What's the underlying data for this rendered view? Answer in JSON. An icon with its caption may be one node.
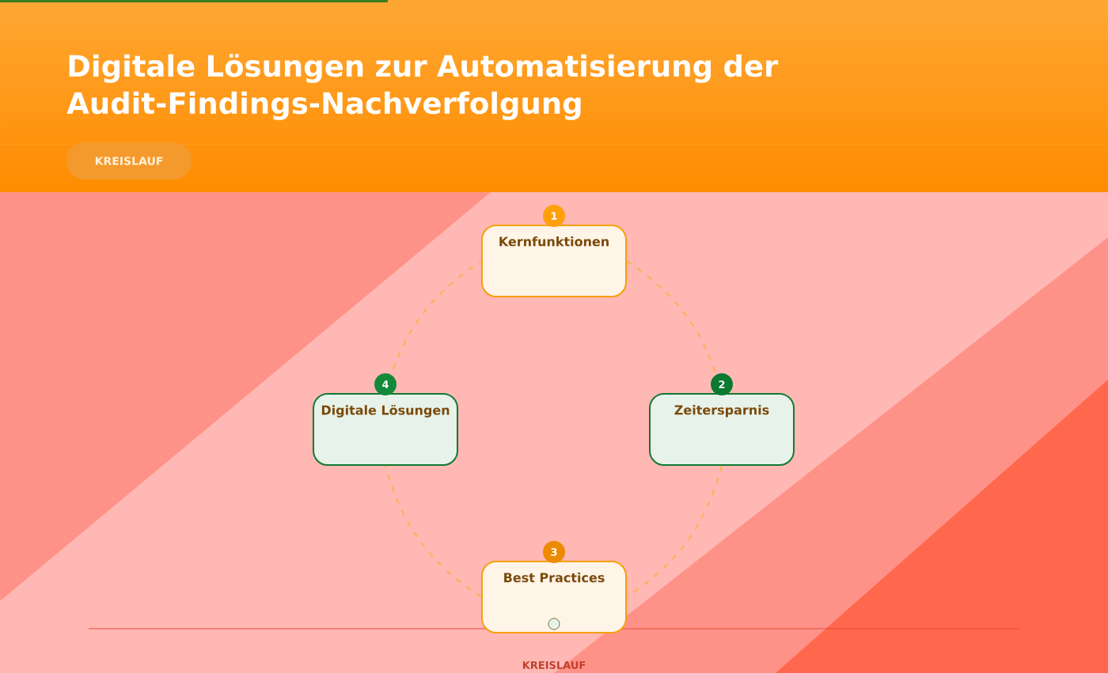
{
  "diagram": {
    "title": "Digitale Lösungen zur Automatisierung der Audit-Findings-Nachverfolgung",
    "nodes": [
      {
        "text": [
          "Kernfunktionen"
        ],
        "beside": [
          "1"
        ]
      },
      {
        "text": [
          "Zeitersparnis"
        ],
        "beside": [
          "2"
        ]
      },
      {
        "text": [
          "Best Practices"
        ],
        "beside": [
          "3"
        ]
      },
      {
        "text": [
          "Digitale Lösungen"
        ],
        "beside": [
          "4"
        ]
      }
    ],
    "edges": [
      {
        "from": 0,
        "to": 1,
        "arrow": "none",
        "style": "dashed"
      },
      {
        "from": 1,
        "to": 2,
        "arrow": "none",
        "style": "dashed"
      },
      {
        "from": 2,
        "to": 3,
        "arrow": "none",
        "style": "dashed"
      },
      {
        "from": 3,
        "to": 0,
        "arrow": "none",
        "style": "dashed"
      }
    ],
    "labels": [
      "KREISLAUF",
      "KREISLAUF"
    ]
  }
}
